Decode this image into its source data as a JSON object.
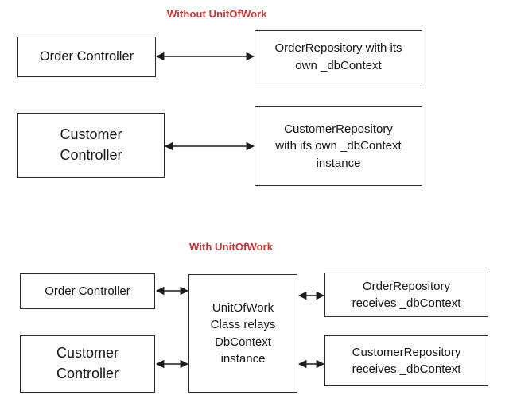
{
  "diagram": {
    "background_color": "#ffffff",
    "box_border_color": "#2b2b2b",
    "title_color": "#cc3333",
    "sections": [
      {
        "id": "without-unitofwork",
        "title": "Without UnitOfWork",
        "nodes": [
          {
            "id": "order-controller",
            "label": "Order Controller"
          },
          {
            "id": "order-repository",
            "label": "OrderRepository with its\nown _dbContext"
          },
          {
            "id": "customer-controller",
            "label": "Customer\nController"
          },
          {
            "id": "customer-repository",
            "label": "CustomerRepository\nwith its own _dbContext\ninstance"
          }
        ],
        "connectors": [
          {
            "id": "conn-order",
            "from": "order-controller",
            "to": "order-repository",
            "arrow": "double"
          },
          {
            "id": "conn-customer",
            "from": "customer-controller",
            "to": "customer-repository",
            "arrow": "double"
          }
        ]
      },
      {
        "id": "with-unitofwork",
        "title": "With UnitOfWork",
        "nodes": [
          {
            "id": "uow-order-controller",
            "label": "Order Controller"
          },
          {
            "id": "uow-customer-controller",
            "label": "Customer\nController"
          },
          {
            "id": "unitofwork-class",
            "label": "UnitOfWork\nClass relays\nDbContext\ninstance"
          },
          {
            "id": "uow-order-repository",
            "label": "OrderRepository\nreceives _dbContext"
          },
          {
            "id": "uow-customer-repository",
            "label": "CustomerRepository\nreceives _dbContext"
          }
        ],
        "connectors": [
          {
            "id": "conn-uow-order-left",
            "from": "uow-order-controller",
            "to": "unitofwork-class",
            "arrow": "double"
          },
          {
            "id": "conn-uow-customer-left",
            "from": "uow-customer-controller",
            "to": "unitofwork-class",
            "arrow": "double"
          },
          {
            "id": "conn-uow-order-right",
            "from": "unitofwork-class",
            "to": "uow-order-repository",
            "arrow": "double"
          },
          {
            "id": "conn-uow-customer-right",
            "from": "unitofwork-class",
            "to": "uow-customer-repository",
            "arrow": "double"
          }
        ]
      }
    ]
  }
}
